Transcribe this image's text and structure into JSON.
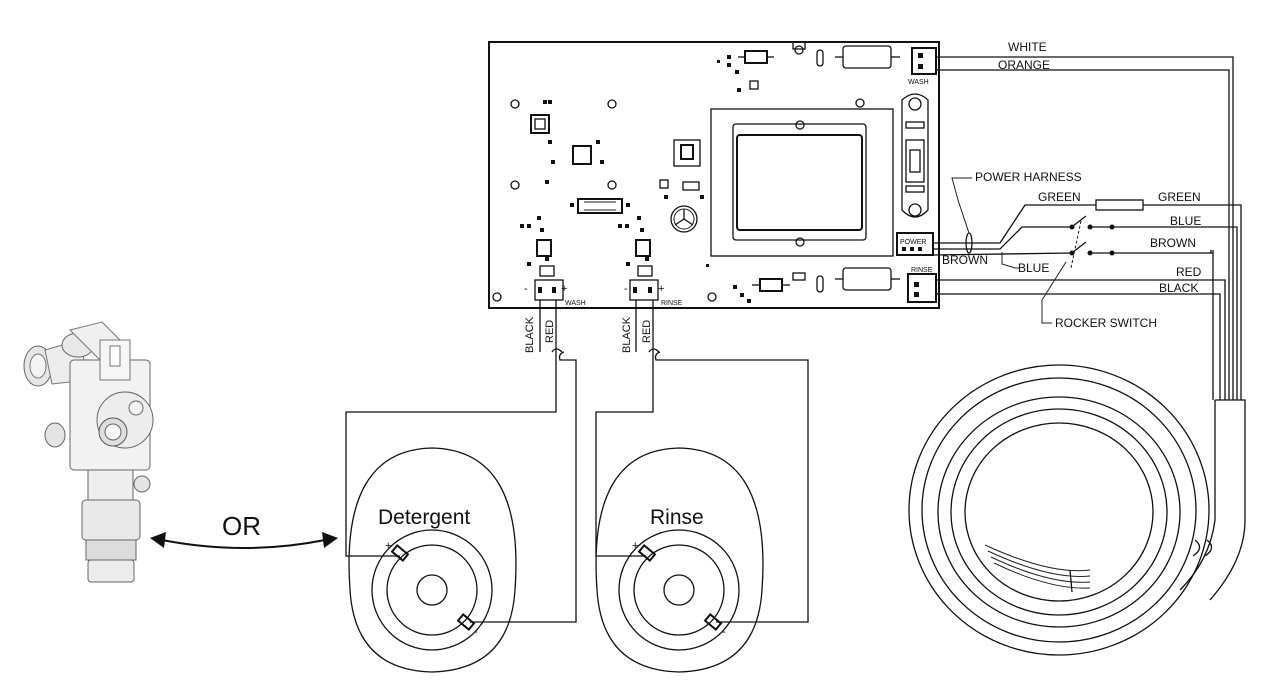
{
  "board": {
    "connector_wash": "WASH",
    "connector_power": "POWER",
    "connector_rinse": "RINSE",
    "pump_wash_label": "WASH",
    "pump_rinse_label": "RINSE",
    "minus": "-",
    "plus": "+"
  },
  "wires": {
    "white": "WHITE",
    "orange": "ORANGE",
    "green_left": "GREEN",
    "green_right": "GREEN",
    "blue_right": "BLUE",
    "brown_right": "BROWN",
    "red": "RED",
    "black": "BLACK",
    "brown_left": "BROWN",
    "blue_left": "BLUE",
    "detergent_black": "BLACK",
    "detergent_red": "RED",
    "rinse_black": "BLACK",
    "rinse_red": "RED"
  },
  "callouts": {
    "power_harness": "POWER HARNESS",
    "rocker_switch": "ROCKER SWITCH"
  },
  "pumps": {
    "detergent": "Detergent",
    "rinse": "Rinse",
    "plus": "+",
    "minus": "-"
  },
  "or_label": "OR"
}
